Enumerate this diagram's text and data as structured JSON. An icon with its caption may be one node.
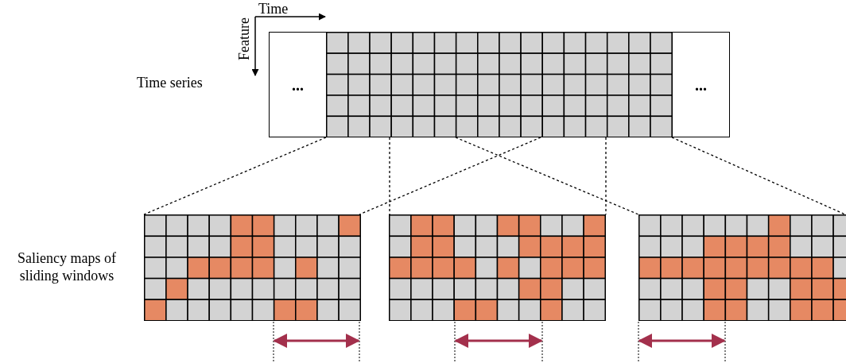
{
  "diagram": {
    "nodes": [
      {
        "text": [
          "..."
        ]
      },
      {
        "text": [],
        "shape": "grid"
      },
      {
        "text": [
          "..."
        ]
      },
      {
        "text": [],
        "shape": "grid"
      },
      {
        "text": [],
        "shape": "grid"
      },
      {
        "text": [],
        "shape": "grid"
      }
    ],
    "edges": [
      {
        "from": 1,
        "to": 3,
        "arrow": "none",
        "style": "dashed"
      },
      {
        "from": 1,
        "to": 3,
        "arrow": "none",
        "style": "dashed"
      },
      {
        "from": 1,
        "to": 4,
        "arrow": "none",
        "style": "dashed"
      },
      {
        "from": 1,
        "to": 4,
        "arrow": "none",
        "style": "dashed"
      },
      {
        "from": 1,
        "to": 5,
        "arrow": "none",
        "style": "dashed"
      },
      {
        "from": 1,
        "to": 5,
        "arrow": "none",
        "style": "dashed"
      }
    ],
    "labels": [
      "Time",
      "Feature",
      "Time series",
      "Saliency maps of sliding windows"
    ]
  }
}
